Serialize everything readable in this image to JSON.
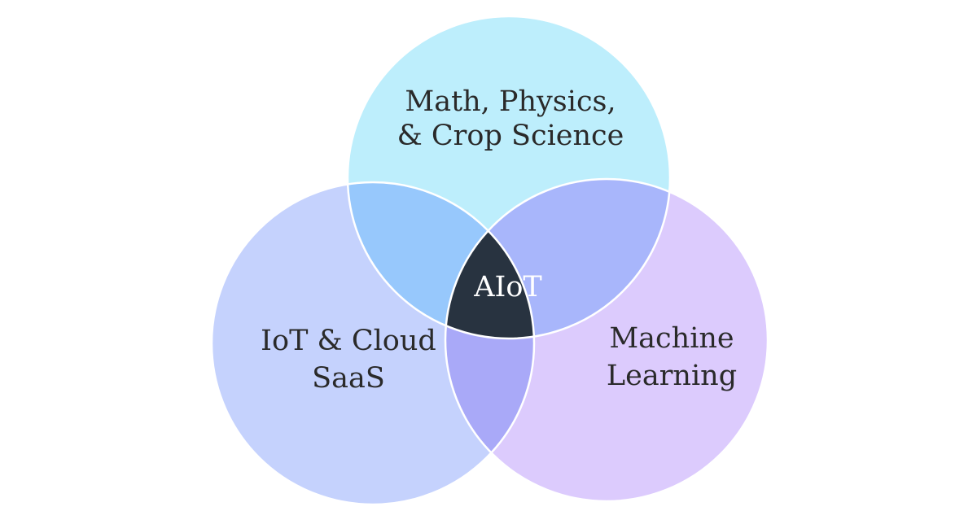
{
  "diagram": {
    "type": "venn",
    "circles": [
      {
        "id": "top",
        "label_lines": [
          "Math, Physics,",
          "& Crop Science"
        ],
        "color": "#bdeefc"
      },
      {
        "id": "left",
        "label_lines": [
          "IoT & Cloud",
          "SaaS"
        ],
        "color": "#c5d2fd"
      },
      {
        "id": "right",
        "label_lines": [
          "Machine",
          "Learning"
        ],
        "color": "#dccbfd"
      }
    ],
    "overlaps": {
      "top_left": {
        "color": "#97c8fc"
      },
      "top_right": {
        "color": "#a8b6fb"
      },
      "left_right": {
        "color": "#a9a9f8"
      }
    },
    "center": {
      "label": "AIoT",
      "color": "#283340"
    }
  }
}
